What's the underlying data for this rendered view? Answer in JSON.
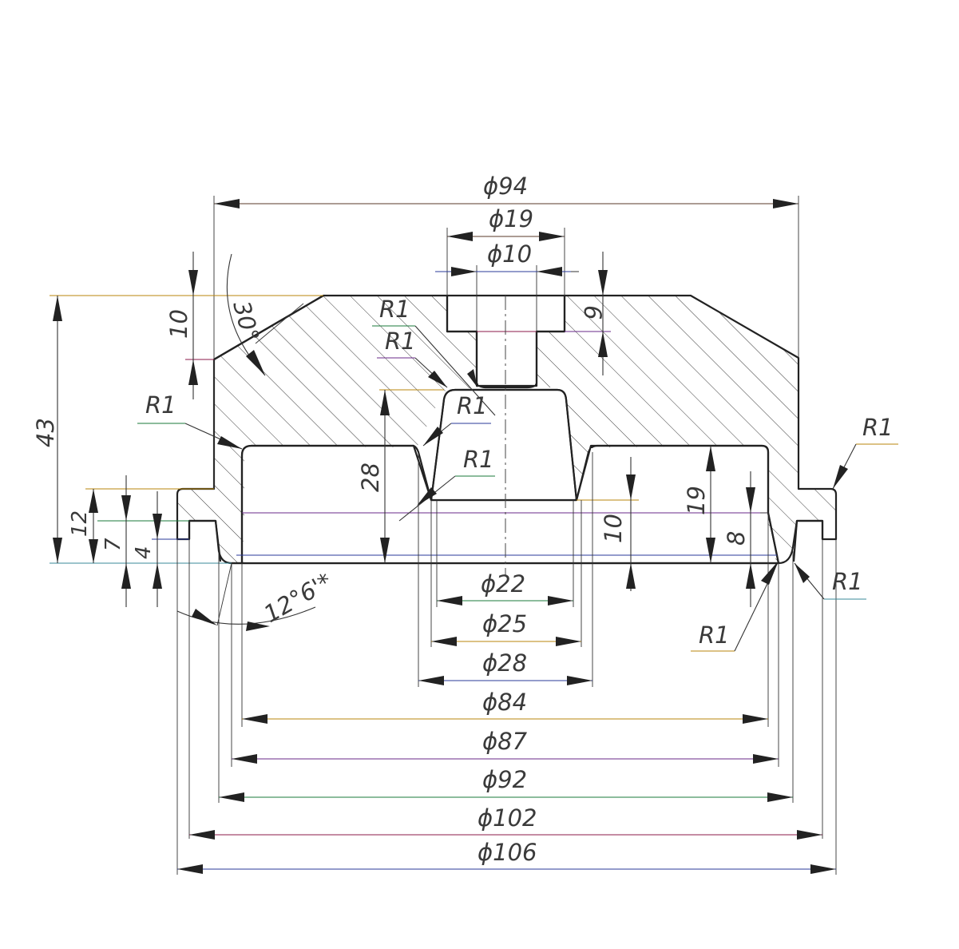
{
  "diameters": {
    "d94": "ϕ94",
    "d19": "ϕ19",
    "d10": "ϕ10",
    "d22": "ϕ22",
    "d25": "ϕ25",
    "d28": "ϕ28",
    "d84": "ϕ84",
    "d87": "ϕ87",
    "d92": "ϕ92",
    "d102": "ϕ102",
    "d106": "ϕ106"
  },
  "heights": {
    "h43": "43",
    "h10_top": "10",
    "h6": "6",
    "h28": "28",
    "h12": "12",
    "h7": "7",
    "h4": "4",
    "h10_inner": "10",
    "h19": "19",
    "h8": "8"
  },
  "angles": {
    "a30": "30°",
    "a12": "12°6'*"
  },
  "radii": {
    "r1": "R1"
  },
  "colors": {
    "outline": "#222222",
    "dim_colors": [
      "#b8860b",
      "#8b1a4a",
      "#1a7a3a",
      "#2a3a9a",
      "#6a2a8a",
      "#3a8a9a"
    ]
  }
}
